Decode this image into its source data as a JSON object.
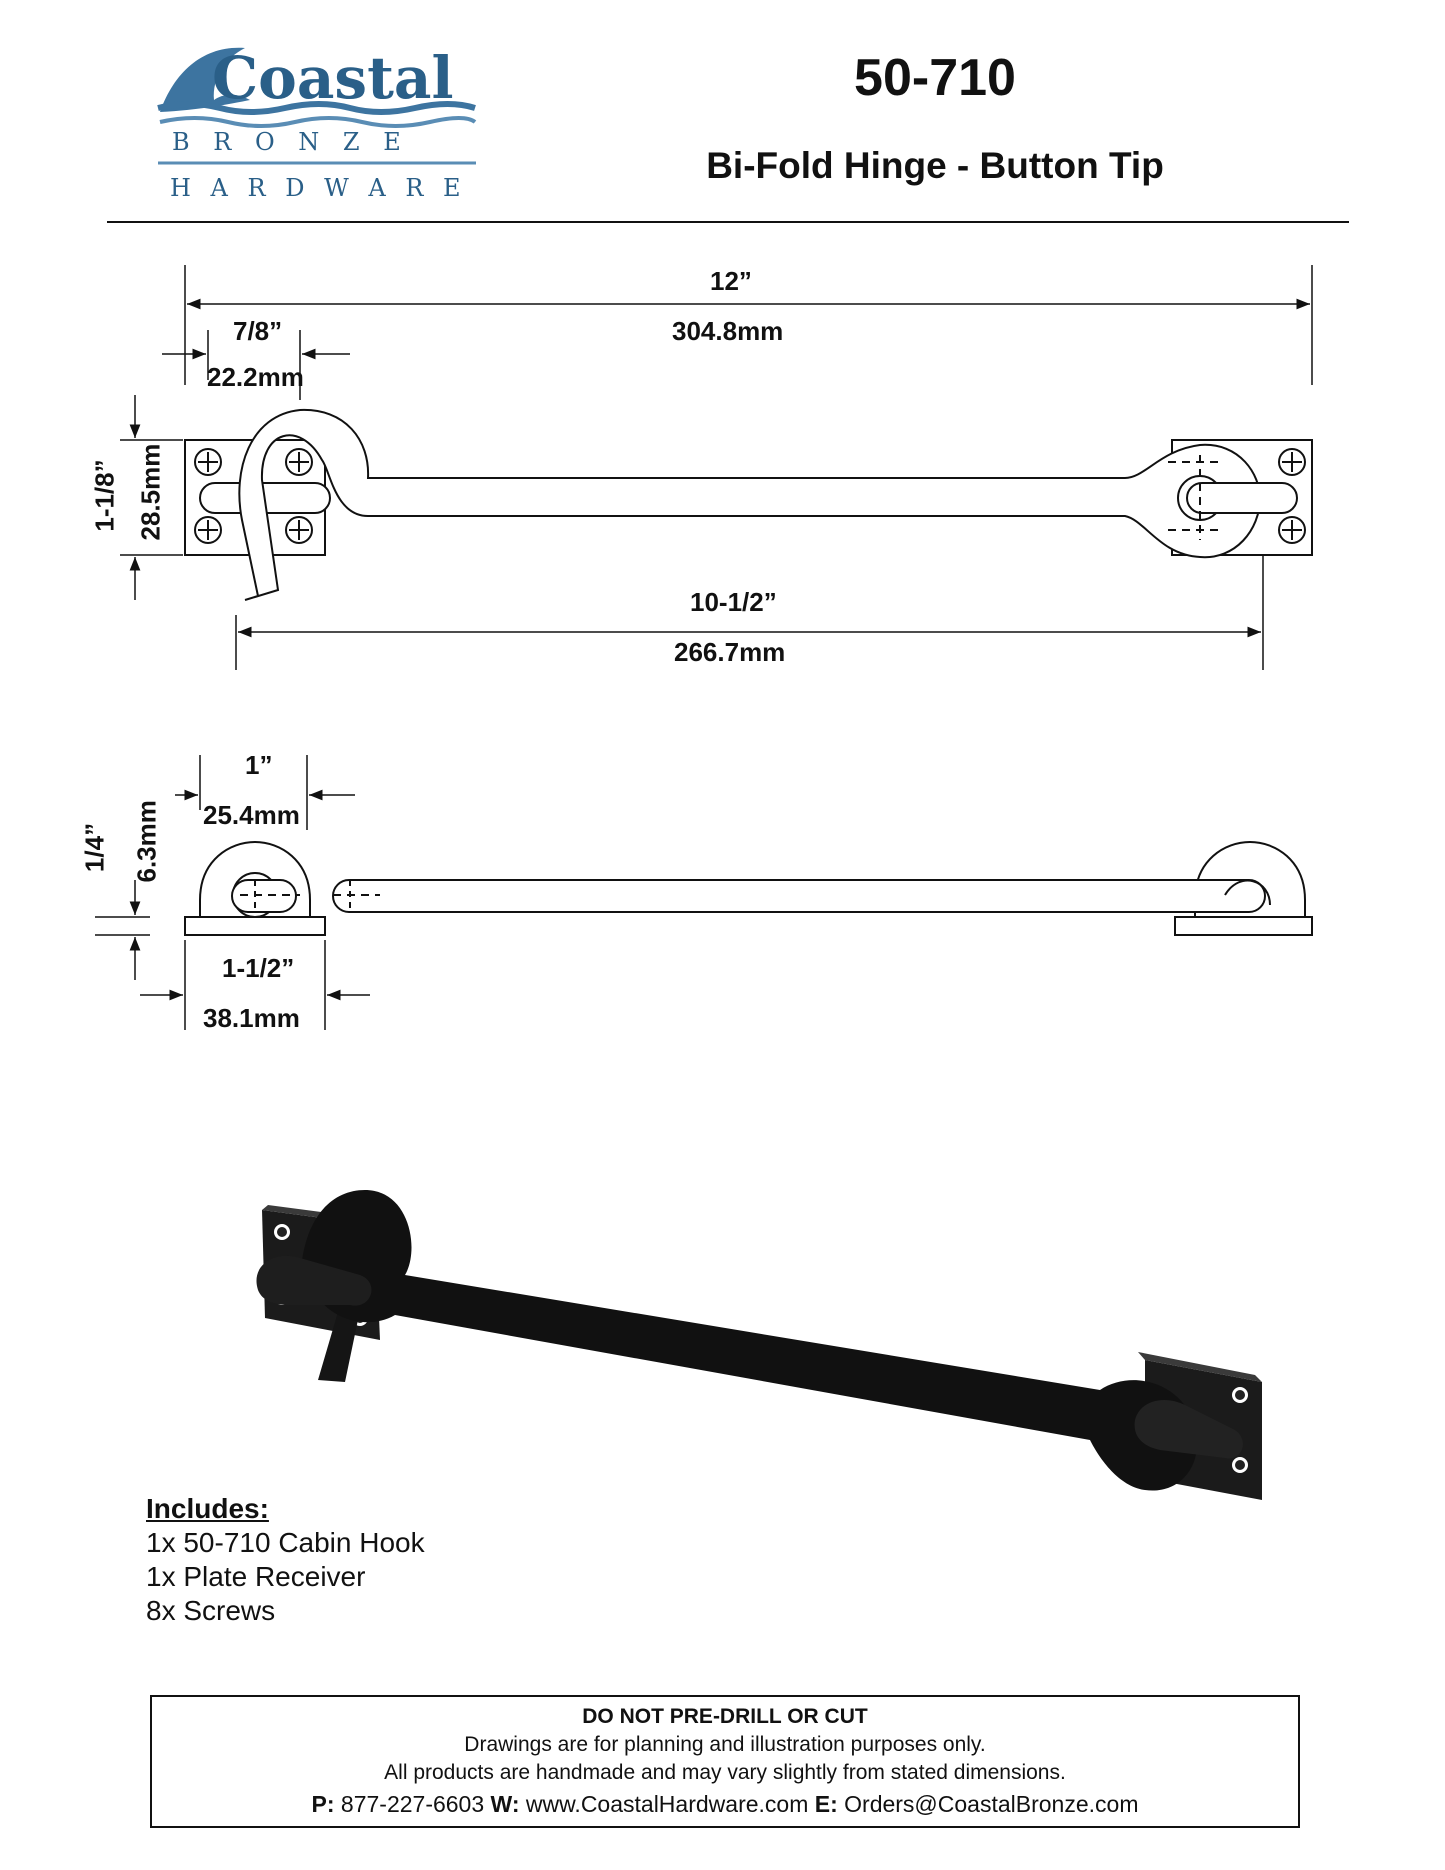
{
  "brand": {
    "name": "Coastal",
    "line2": "B R O N Z E",
    "line3": "H A R D W A R E",
    "colors": {
      "dark": "#2a5f88",
      "light": "#5a8db5"
    }
  },
  "header": {
    "part_number": "50-710",
    "description": "Bi-Fold Hinge - Button Tip"
  },
  "top_view": {
    "overall_length_in": "12”",
    "overall_length_mm": "304.8mm",
    "plate_offset_in": "7/8”",
    "plate_offset_mm": "22.2mm",
    "plate_height_in": "1-1/8”",
    "plate_height_mm": "28.5mm",
    "hook_length_in": "10-1/2”",
    "hook_length_mm": "266.7mm"
  },
  "side_view": {
    "eye_width_in": "1”",
    "eye_width_mm": "25.4mm",
    "plate_thickness_in": "1/4”",
    "plate_thickness_mm": "6.3mm",
    "plate_width_in": "1-1/2”",
    "plate_width_mm": "38.1mm"
  },
  "includes": {
    "heading": "Includes:",
    "items": [
      "1x  50-710 Cabin Hook",
      "1x Plate Receiver",
      "8x Screws"
    ]
  },
  "notice": {
    "title": "DO NOT PRE-DRILL OR CUT",
    "line1": "Drawings are for planning and illustration purposes only.",
    "line2": "All products are handmade and may vary slightly from stated dimensions.",
    "phone_label": "P:",
    "phone": "877-227-6603",
    "web_label": "W:",
    "web": "www.CoastalHardware.com",
    "email_label": "E:",
    "email": "Orders@CoastalBronze.com"
  }
}
